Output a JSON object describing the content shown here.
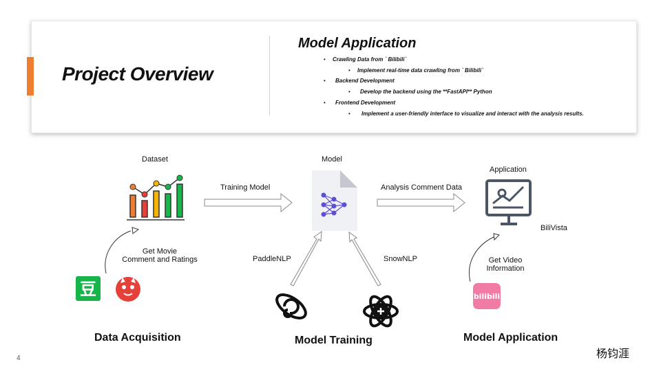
{
  "header": {
    "title": "Project Overview",
    "heading": "Model Application",
    "bullets": [
      {
        "level": 1,
        "text": "Crawling Data from ` Bilibili`"
      },
      {
        "level": 2,
        "text": "Implement real-time data crawling from ` Bilibili`"
      },
      {
        "level": 1,
        "text": "Backend Development"
      },
      {
        "level": 2,
        "text": "Develop the backend using the **FastAPI** Python"
      },
      {
        "level": 1,
        "text": "Frontend Development"
      },
      {
        "level": 2,
        "text": "Implement a user-friendly interface to visualize and interact with the analysis results."
      }
    ],
    "bullet_char": "•"
  },
  "diagram": {
    "dataset_label": "Dataset",
    "model_label": "Model",
    "application_label": "Application",
    "training_arrow_label": "Training Model",
    "analysis_arrow_label": "Analysis Comment Data",
    "get_movie_label_1": "Get Movie",
    "get_movie_label_2": "Comment and Ratings",
    "paddlenlp_label": "PaddleNLP",
    "snownlp_label": "SnowNLP",
    "bilivista_label": "BiliVista",
    "get_video_label_1": "Get Video",
    "get_video_label_2": "Information",
    "douban_glyph": "豆",
    "bilibili_logo_text": "bilibili",
    "icons": [
      "bar-chart-icon",
      "document-network-icon",
      "monitor-chart-icon",
      "douban-icon",
      "maoyan-icon",
      "paddlenlp-icon",
      "snownlp-icon",
      "bilibili-icon"
    ]
  },
  "sections": {
    "acquisition": "Data Acquisition",
    "training": "Model Training",
    "application": "Model Application"
  },
  "footer": {
    "page_number": "4",
    "author": "杨钧涯"
  },
  "colors": {
    "accent": "#ed7d31",
    "douban": "#17b64a",
    "maoyan": "#e6403a",
    "bilibili": "#f07ba4",
    "icon_dark": "#4b5563",
    "network": "#5b4fd6"
  }
}
